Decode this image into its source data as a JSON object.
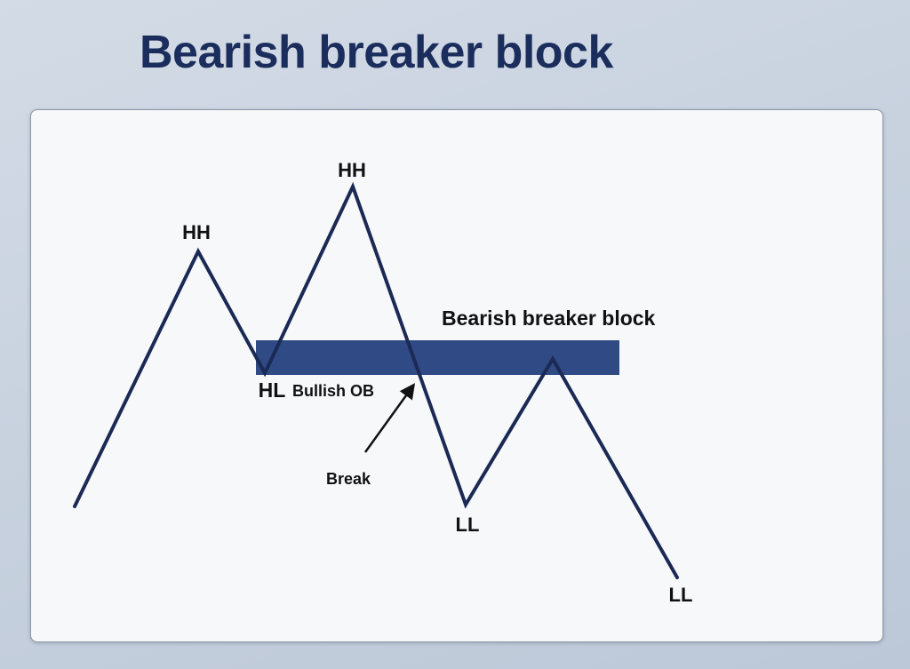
{
  "title": "Bearish breaker block",
  "labels": {
    "hh_first": "HH",
    "hh_second": "HH",
    "hl": "HL",
    "bullish_ob": "Bullish OB",
    "block": "Bearish breaker block",
    "break": "Break",
    "ll_first": "LL",
    "ll_second": "LL"
  },
  "colors": {
    "title": "#1a2d5c",
    "price_line": "#1b2a55",
    "block_fill": "#2f4a85",
    "label_text": "#111111",
    "card_background": "#f7f8fa"
  }
}
